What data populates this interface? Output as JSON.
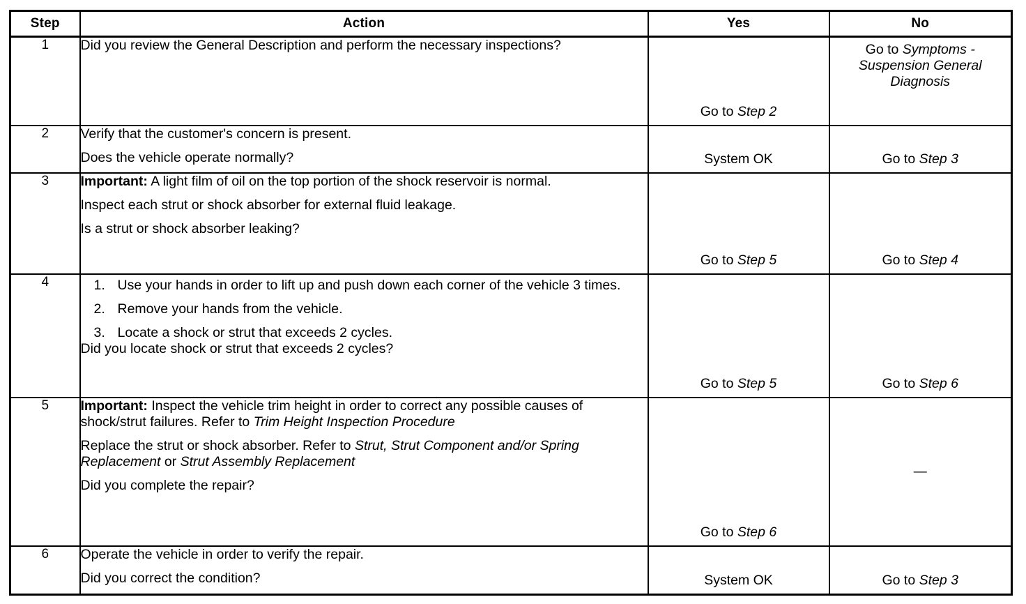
{
  "table": {
    "headers": {
      "step": "Step",
      "action": "Action",
      "yes": "Yes",
      "no": "No"
    },
    "rows": [
      {
        "step": "1",
        "action": {
          "lines": [
            "Did you review the General Description and perform the necessary inspections?"
          ]
        },
        "yes": "Go to ",
        "yes_italic": "Step 2",
        "no_prefix": "Go to ",
        "no_italic": "Symptoms - Suspension General Diagnosis"
      },
      {
        "step": "2",
        "action": {
          "lines": [
            "Verify that the customer's concern is present.",
            "Does the vehicle operate normally?"
          ]
        },
        "yes": "System OK",
        "no_prefix": "Go to ",
        "no_italic": "Step 3"
      },
      {
        "step": "3",
        "action": {
          "important_label": "Important:",
          "important_text": " A light film of oil on the top portion of the shock reservoir is normal.",
          "lines": [
            "Inspect each strut or shock absorber for external fluid leakage.",
            "Is a strut or shock absorber leaking?"
          ]
        },
        "yes_prefix": "Go to ",
        "yes_italic": "Step 5",
        "no_prefix": "Go to ",
        "no_italic": "Step 4"
      },
      {
        "step": "4",
        "action": {
          "list": [
            {
              "num": "1.",
              "text": "Use your hands in order to lift up and push down each corner of the vehicle 3 times."
            },
            {
              "num": "2.",
              "text": "Remove your hands from the vehicle."
            },
            {
              "num": "3.",
              "text": "Locate a shock or strut that exceeds 2 cycles."
            }
          ],
          "lines": [
            "Did you locate shock or strut that exceeds 2 cycles?"
          ]
        },
        "yes_prefix": "Go to ",
        "yes_italic": "Step 5",
        "no_prefix": "Go to ",
        "no_italic": "Step 6"
      },
      {
        "step": "5",
        "action": {
          "important_label": "Important:",
          "important_text_a": " Inspect the vehicle trim height in order to correct any possible causes of shock/strut failures. Refer to ",
          "important_italic": "Trim Height Inspection Procedure",
          "replace_a": "Replace the strut or shock absorber. Refer to ",
          "replace_italic_a": "Strut, Strut Component and/or Spring Replacement",
          "replace_b": " or ",
          "replace_italic_b": "Strut Assembly Replacement",
          "lines": [
            "Did you complete the repair?"
          ]
        },
        "yes_prefix": "Go to ",
        "yes_italic": "Step 6",
        "no": "—"
      },
      {
        "step": "6",
        "action": {
          "lines": [
            "Operate the vehicle in order to verify the repair.",
            "Did you correct the condition?"
          ]
        },
        "yes": "System OK",
        "no_prefix": "Go to ",
        "no_italic": "Step 3"
      }
    ]
  }
}
